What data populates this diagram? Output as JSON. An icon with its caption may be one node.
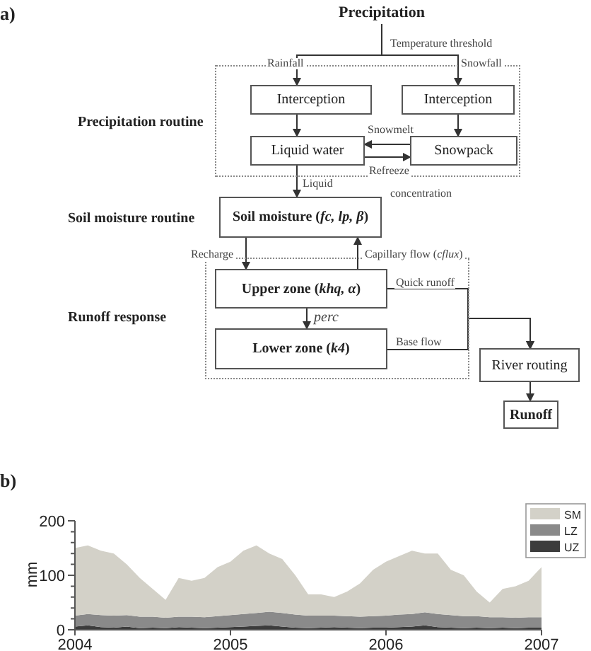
{
  "diagram": {
    "nodes": [
      {
        "text": [
          "Precipitation"
        ]
      },
      {
        "text": [
          "Precipitation routine"
        ]
      },
      {
        "text": [
          "Interception"
        ],
        "in": 1
      },
      {
        "text": [
          "Interception"
        ],
        "in": 1
      },
      {
        "text": [
          "Liquid water"
        ],
        "in": 1
      },
      {
        "text": [
          "Snowpack"
        ],
        "in": 1
      },
      {
        "text": [
          "Soil moisture (*fc, lp, β*)"
        ],
        "beside": [
          "Soil moisture routine"
        ]
      },
      {
        "text": [
          "Runoff response"
        ]
      },
      {
        "text": [
          "Upper zone (*khq, α*)"
        ],
        "in": 7
      },
      {
        "text": [
          "Lower zone (*k4*)"
        ],
        "in": 7
      },
      {
        "text": [
          "River routing"
        ]
      },
      {
        "text": [
          "Runoff"
        ]
      }
    ],
    "edges": [
      {
        "from": 0,
        "to": 2,
        "arrow": "to",
        "label": "Rainfall"
      },
      {
        "from": 0,
        "to": 3,
        "arrow": "to",
        "label": "Snowfall"
      },
      {
        "from": 2,
        "to": 4,
        "arrow": "to"
      },
      {
        "from": 3,
        "to": 5,
        "arrow": "to"
      },
      {
        "from": 5,
        "to": 4,
        "arrow": "to",
        "label": "Snowmelt"
      },
      {
        "from": 4,
        "to": 5,
        "arrow": "to",
        "label": "Refreeze"
      },
      {
        "from": 4,
        "to": 6,
        "arrow": "to",
        "label": "Liquid"
      },
      {
        "from": 6,
        "to": 8,
        "arrow": "to",
        "label": "Recharge"
      },
      {
        "from": 8,
        "to": 6,
        "arrow": "to",
        "label": "Capillary flow (*cflux*)"
      },
      {
        "from": 8,
        "to": 9,
        "arrow": "to",
        "label": "perc"
      },
      {
        "from": 8,
        "to": 10,
        "arrow": "to",
        "label": "Quick runoff"
      },
      {
        "from": 9,
        "to": 10,
        "arrow": "to",
        "label": "Base flow"
      },
      {
        "from": 10,
        "to": 11,
        "arrow": "to"
      }
    ],
    "labels": [
      "a)",
      "Temperature threshold",
      "concentration",
      "b)"
    ],
    "chart_data": {
      "type": "area",
      "ylabel": "mm",
      "stacked": true,
      "legend": "upper right",
      "xlim": [
        2004,
        2007
      ],
      "ylim": [
        0,
        200
      ],
      "xticks": [
        2004,
        2005,
        2006,
        2007
      ],
      "yticks": [
        0,
        100,
        200
      ],
      "x": [
        2004,
        2004.083,
        2004.167,
        2004.25,
        2004.333,
        2004.417,
        2004.5,
        2004.583,
        2004.667,
        2004.75,
        2004.833,
        2004.917,
        2005,
        2005.083,
        2005.167,
        2005.25,
        2005.333,
        2005.417,
        2005.5,
        2005.583,
        2005.667,
        2005.75,
        2005.833,
        2005.917,
        2006,
        2006.083,
        2006.167,
        2006.25,
        2006.333,
        2006.417,
        2006.5,
        2006.583,
        2006.667,
        2006.75,
        2006.833,
        2006.917,
        2007
      ],
      "series": [
        {
          "name": "SM",
          "color": "#d3d1c8",
          "values": [
            124,
            126,
            118,
            114,
            93,
            71,
            51,
            33,
            71,
            66,
            72,
            90,
            98,
            116,
            124,
            107,
            99,
            72,
            39,
            39,
            34,
            45,
            61,
            85,
            99,
            107,
            116,
            108,
            111,
            83,
            75,
            45,
            27,
            52,
            58,
            67,
            92
          ]
        },
        {
          "name": "LZ",
          "color": "#8a8a8a",
          "values": [
            20,
            21,
            22,
            22,
            21,
            21,
            20,
            19,
            19,
            20,
            20,
            21,
            22,
            23,
            24,
            25,
            25,
            24,
            23,
            22,
            21,
            21,
            21,
            21,
            22,
            23,
            23,
            24,
            24,
            23,
            22,
            21,
            20,
            19,
            19,
            19,
            19
          ]
        },
        {
          "name": "UZ",
          "color": "#3c3c3c",
          "values": [
            6,
            8,
            5,
            4,
            6,
            3,
            4,
            3,
            5,
            4,
            3,
            4,
            5,
            6,
            7,
            8,
            6,
            4,
            3,
            4,
            5,
            4,
            3,
            4,
            4,
            5,
            6,
            8,
            5,
            4,
            3,
            4,
            3,
            4,
            3,
            4,
            4
          ]
        }
      ]
    }
  }
}
